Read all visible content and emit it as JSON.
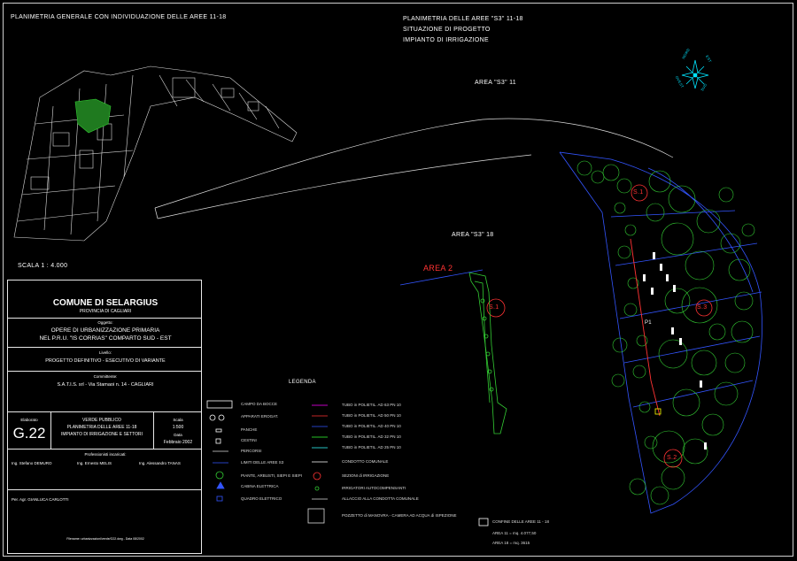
{
  "header": {
    "left_title": "PLANIMETRIA GENERALE CON INDIVIDUAZIONE DELLE AREE 11-18",
    "right_title_1": "PLANIMETRIA DELLE AREE \"S3\" 11-18",
    "right_title_2": "SITUAZIONE DI PROGETTO",
    "right_title_3": "IMPIANTO DI IRRIGAZIONE"
  },
  "scale": "SCALA 1 : 4.000",
  "areas": {
    "area_11": "AREA \"S3\" 11",
    "area_18": "AREA \"S3\" 18",
    "area_2": "AREA 2",
    "p1": "P1"
  },
  "sectors": [
    "S.1",
    "S.1",
    "S.2",
    "S.3"
  ],
  "compass": {
    "north": "NORD",
    "east": "EST",
    "west": "OVEST",
    "south": "SUD"
  },
  "titleblock": {
    "comune": "COMUNE DI SELARGIUS",
    "provincia": "PROVINCIA DI CAGLIARI",
    "oggetto_label": "Oggetto:",
    "oggetto_1": "OPERE DI URBANIZZAZIONE PRIMARIA",
    "oggetto_2": "NEL P.R.U. \"IS CORRIAS\" COMPARTO SUD - EST",
    "livello_label": "Livello:",
    "livello": "PROGETTO DEFINITIVO - ESECUTIVO DI VARIANTE",
    "committente_label": "Committente:",
    "committente": "S.A.T.I.S. srl - Via Stamaoi n. 14 - CAGLIARI",
    "elaborato_label": "Elaborato",
    "elaborato": "G.22",
    "desc_1": "VERDE PUBBLICO",
    "desc_2": "PLANIMETRIA DELLE AREE 11-18",
    "desc_3": "IMPIANTO DI IRRIGAZIONE E SETTORI",
    "scala_label": "Scala",
    "scala": "1:500",
    "data_label": "Data",
    "data": "Febbraio 2002",
    "professionisti_label": "Professionisti incaricati:",
    "prof_1": "Ing. Stefano DEMURO",
    "prof_2": "Ing. Ernesto MELIS",
    "prof_3": "Ing. Alessandro TANAS",
    "agr": "Per. Agr. GIANLUCA CARLOTTI",
    "footer": "Filename: urbanizzazioni/verde/G22.dwg - Data 08/2002"
  },
  "legend": {
    "title": "LEGENDA",
    "left": [
      "CAMPO DA BOCCE",
      "APPARATI EROGAT.",
      "PANCHE",
      "CESTINI",
      "PERCORSI",
      "LIMITI DELLE AREE S3",
      "PIANTE, ARBUSTI, SIEPI E SIEPI",
      "CABINA ELETTRICA",
      "QUADRO ELETTRICO"
    ],
    "right": [
      "TUBO in POLIETIL. AD 63 PN 10",
      "TUBO in POLIETIL. AD 50 PN 10",
      "TUBO in POLIETIL. AD 40 PN 10",
      "TUBO in POLIETIL. AD 32 PN 10",
      "TUBO in POLIETIL. AD 25 PN 10",
      "CONDOTTO COMUNALE",
      "SEZIONI di IRRIGAZIONE",
      "IRRIGATORI AUTOCOMPENSANTI",
      "ALLACCIO ALLA CONDOTTA COMUNALE",
      "POZZETTO di MANOVRA - CAMERA AD ACQUA di ISPEZIONE"
    ],
    "colors": [
      "#ff00ff",
      "#ff3333",
      "#3355ff",
      "#33ff33",
      "#33ffff",
      "#ffffff"
    ]
  },
  "areas_table": {
    "header": "CONFINE DELLE AREE 11 - 18",
    "row_1": "AREA 11   =  mq.   4.077,50",
    "row_2": "AREA 18   =  mq.       3615"
  },
  "colors": {
    "background": "#000000",
    "tree": "#33cc33",
    "pipe_blue": "#3355ff",
    "pipe_red": "#ff3333",
    "compass": "#00e5ff"
  }
}
